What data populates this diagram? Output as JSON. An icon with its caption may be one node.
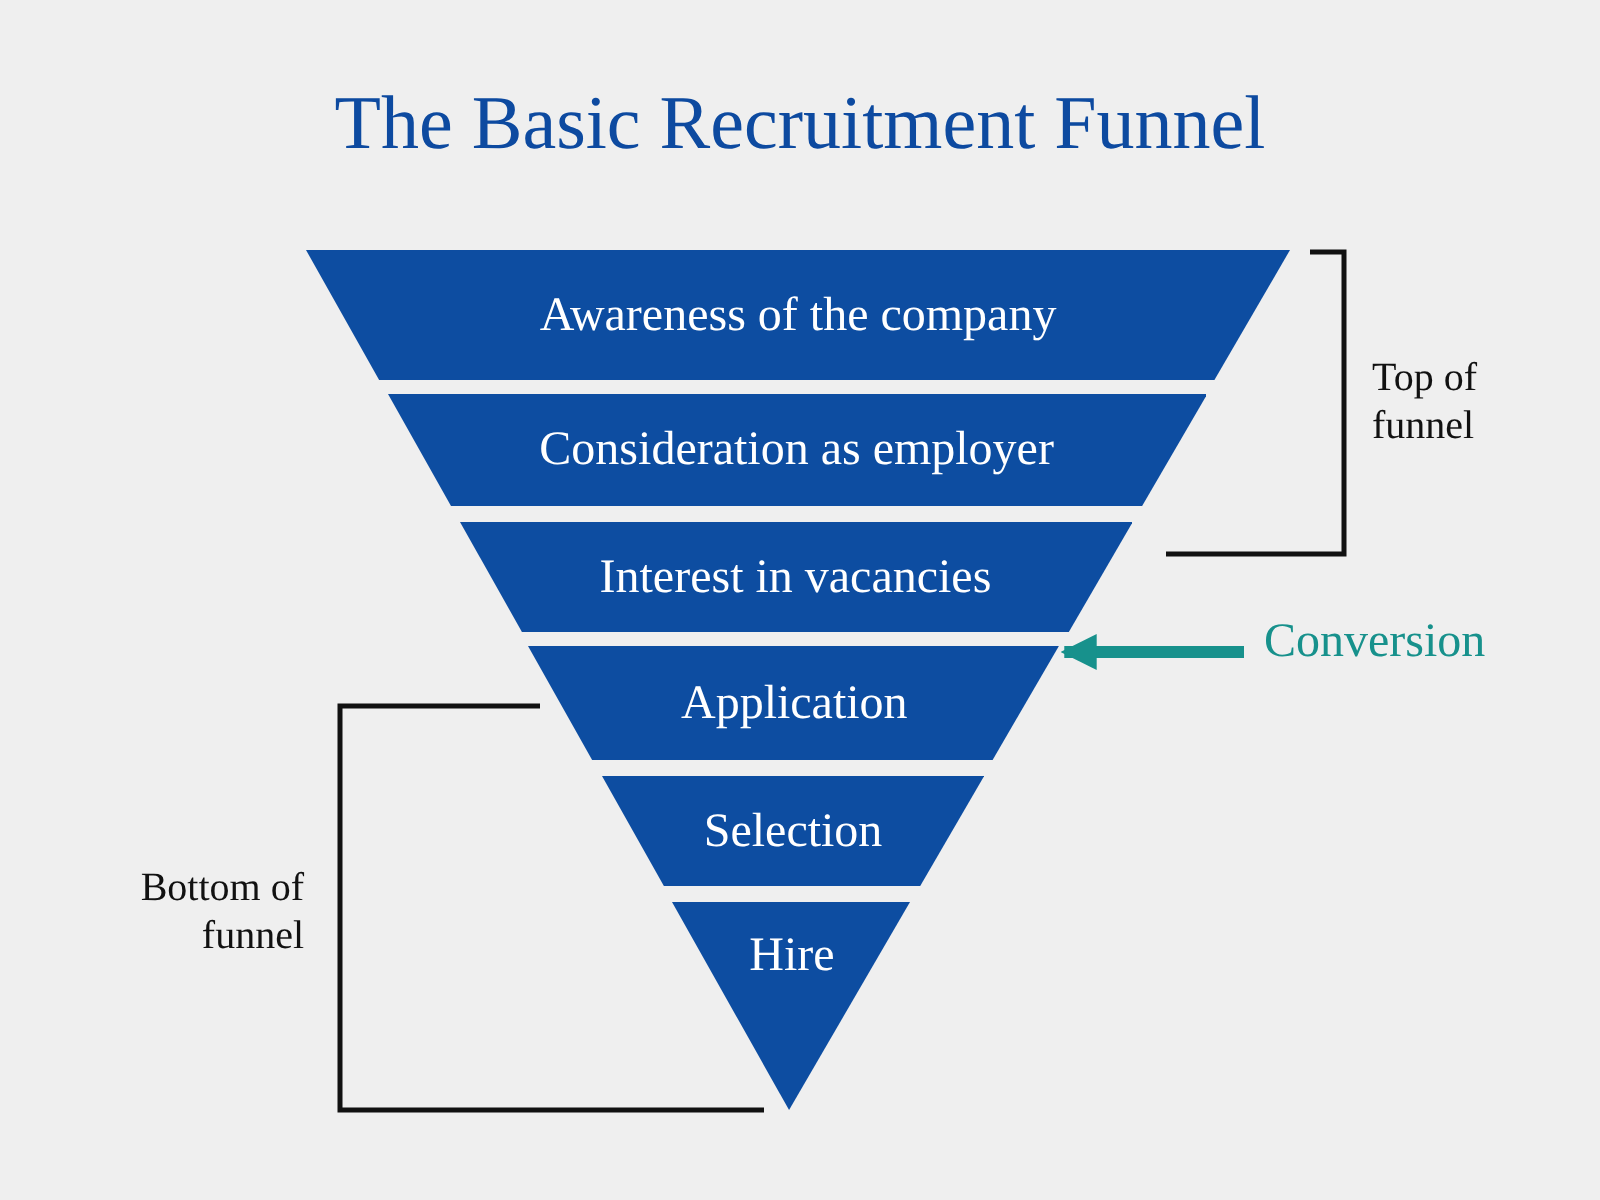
{
  "diagram": {
    "title": "The Basic Recruitment Funnel",
    "nodes": [
      {
        "text": [
          "Awareness of the company"
        ]
      },
      {
        "text": [
          "Consideration as employer"
        ]
      },
      {
        "text": [
          "Interest in vacancies"
        ]
      },
      {
        "text": [
          "Application"
        ]
      },
      {
        "text": [
          "Selection"
        ]
      },
      {
        "text": [
          "Hire"
        ]
      },
      {
        "text": [
          "Conversion"
        ]
      }
    ],
    "edges": [
      {
        "from": 6,
        "to": 3,
        "arrow": "to",
        "color": "#17918c"
      }
    ],
    "labels": [
      "Top of funnel",
      "Bottom of funnel"
    ]
  }
}
